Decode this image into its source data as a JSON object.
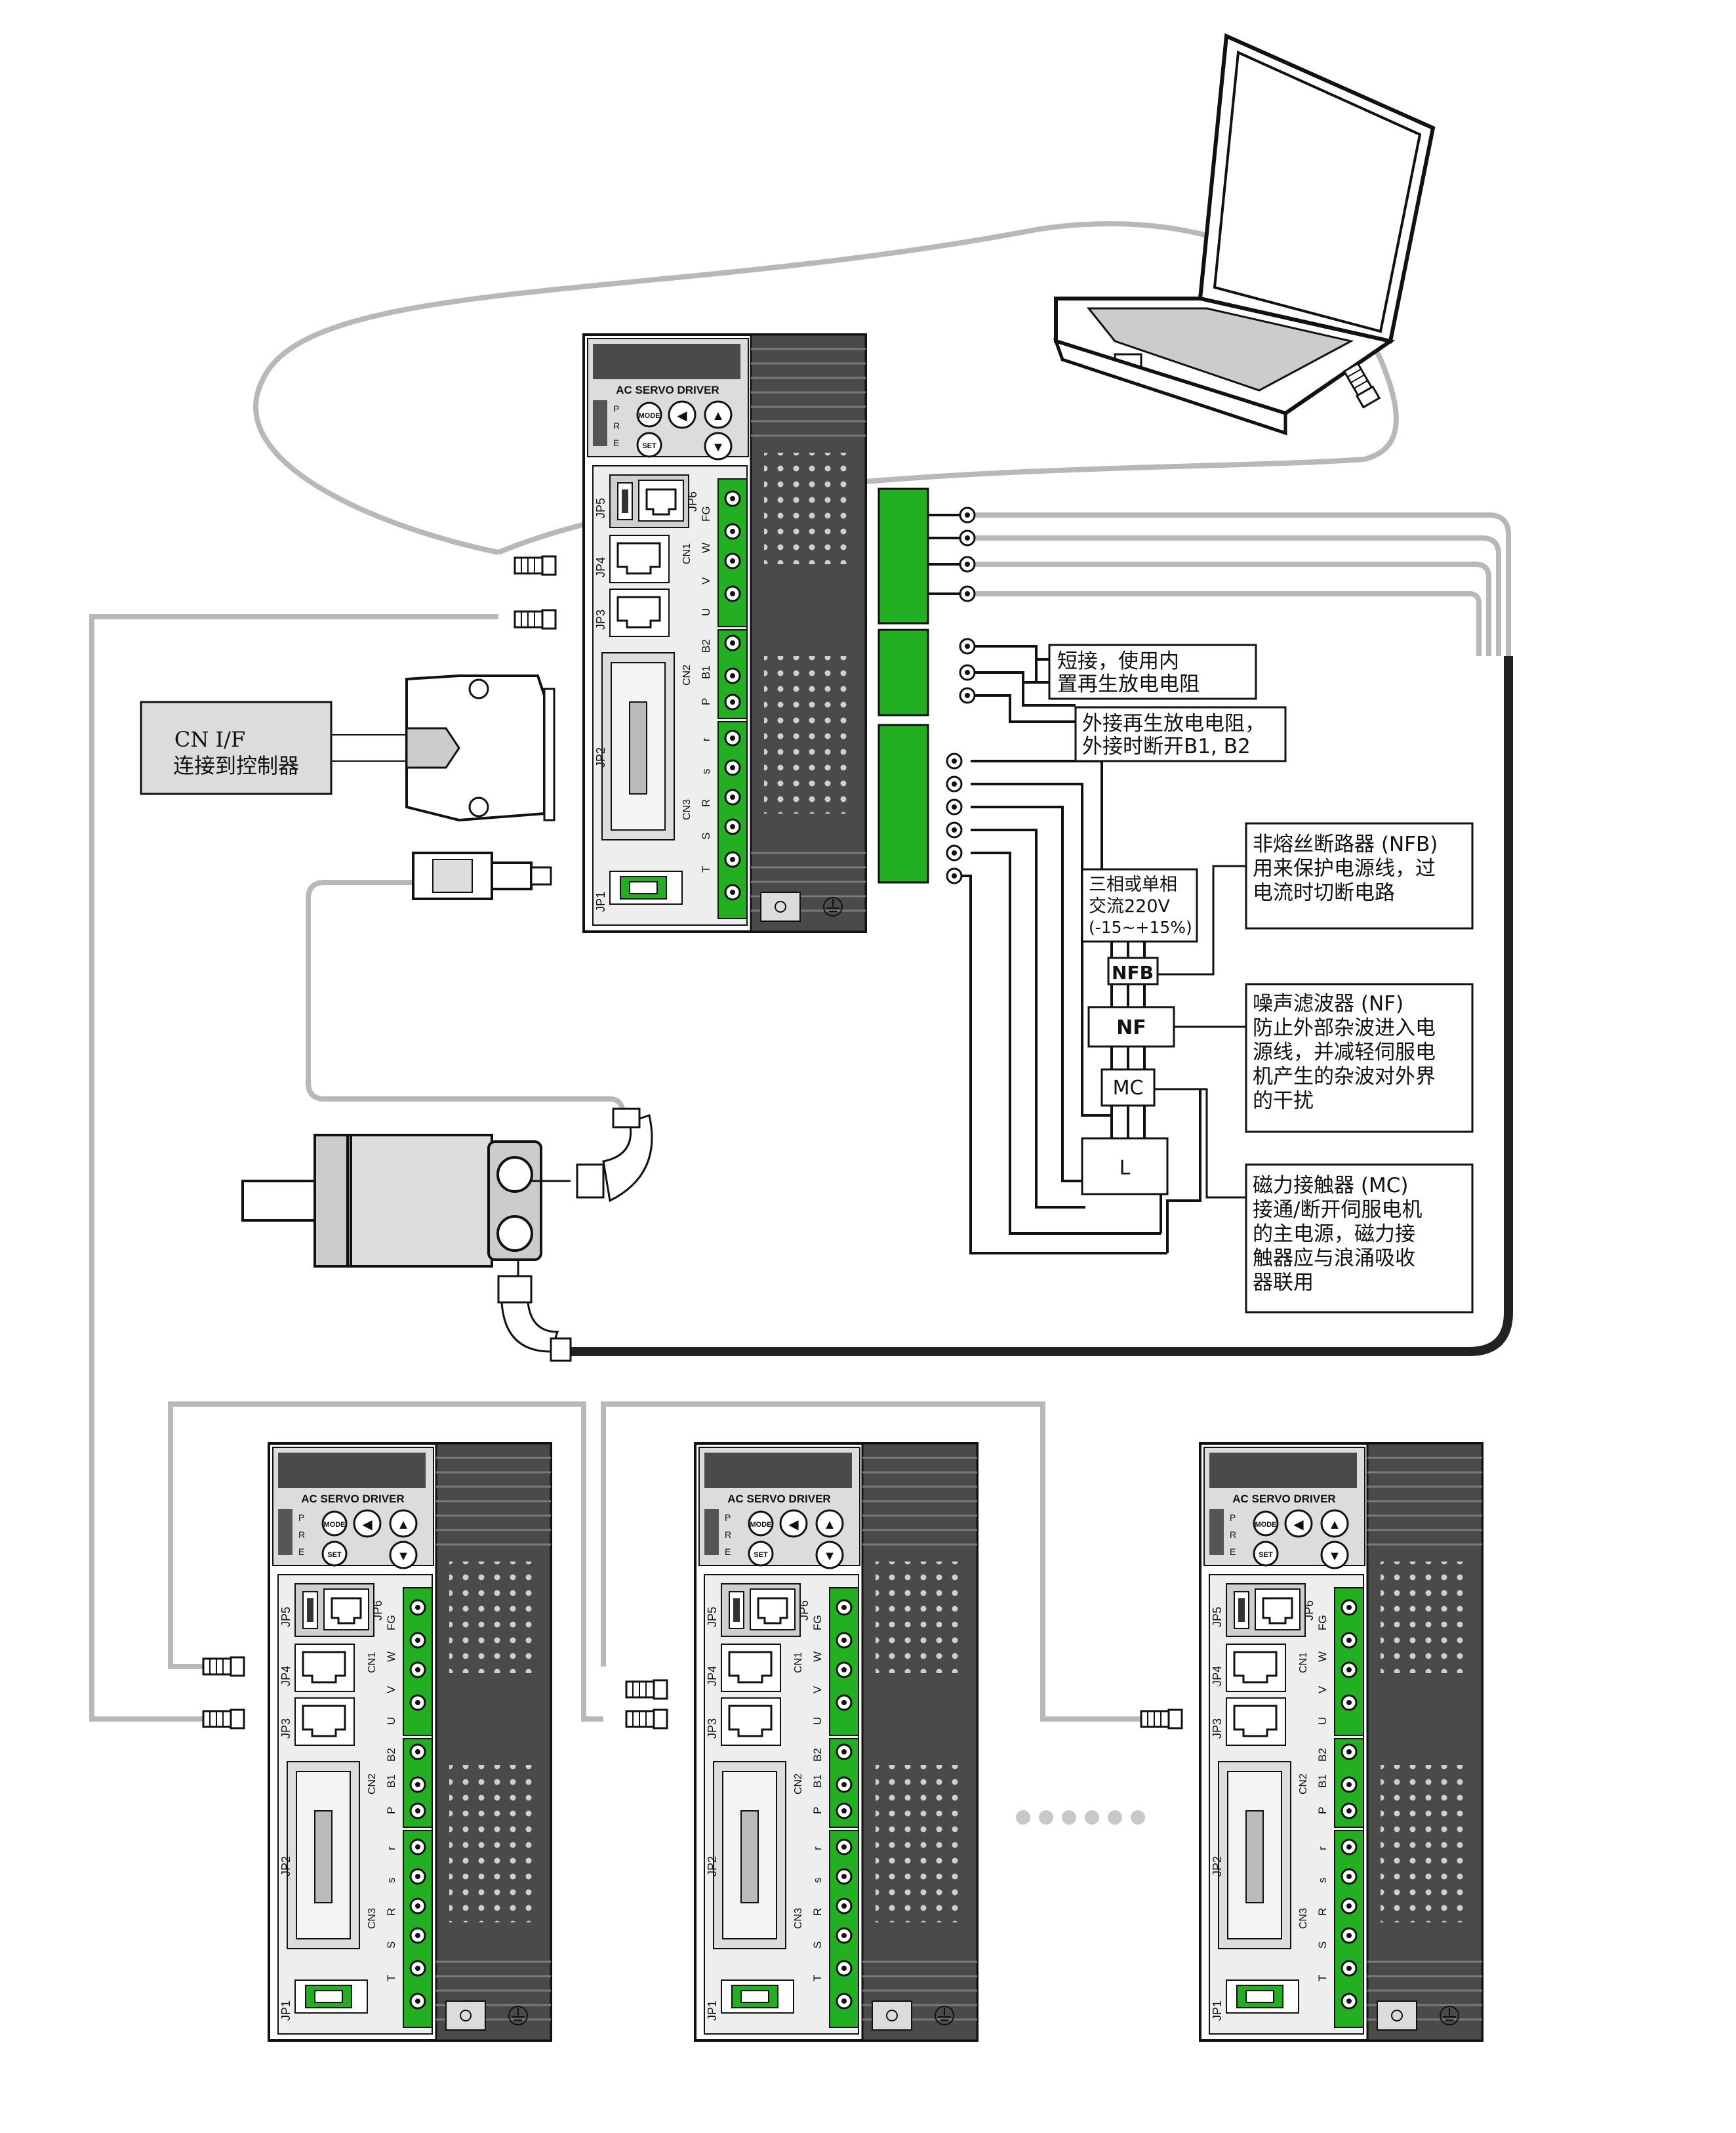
{
  "drive": {
    "brand": "AC SERVO DRIVER",
    "led_letters": [
      "P",
      "R",
      "E"
    ],
    "buttons": {
      "mode": "MODE",
      "set": "SET"
    },
    "ports": {
      "jp1": "JP1",
      "jp2": "JP2",
      "jp3": "JP3",
      "jp4": "JP4",
      "jp5": "JP5",
      "jp6": "JP6"
    },
    "cn1": {
      "name": "CN1",
      "pins": [
        "FG",
        "W",
        "V",
        "U"
      ]
    },
    "cn2": {
      "name": "CN2",
      "pins": [
        "B2",
        "B1",
        "P"
      ]
    },
    "cn3": {
      "name": "CN3",
      "pins": [
        "r",
        "s",
        "R",
        "S",
        "T"
      ]
    }
  },
  "cn_if_box": {
    "line1": "CN I/F",
    "line2": "连接到控制器"
  },
  "note_short": {
    "line1": "短接，使用内",
    "line2": "置再生放电电阻"
  },
  "note_external": {
    "line1": "外接再生放电电阻，",
    "line2": "外接时断开B1, B2"
  },
  "supply": {
    "line1": "三相或单相",
    "line2": "交流220V",
    "line3": "(-15~+15%)"
  },
  "components": {
    "nfb": "NFB",
    "nf": "NF",
    "mc": "MC",
    "l": "L"
  },
  "note_nfb": {
    "line1": "非熔丝断路器 (NFB)",
    "line2": "用来保护电源线，过",
    "line3": "电流时切断电路"
  },
  "note_nf": {
    "line1": "噪声滤波器 (NF)",
    "line2": "防止外部杂波进入电",
    "line3": "源线，并减轻伺服电",
    "line4": "机产生的杂波对外界",
    "line5": "的干扰"
  },
  "note_mc": {
    "line1": "磁力接触器 (MC)",
    "line2": "接通/断开伺服电机",
    "line3": "的主电源，磁力接",
    "line4": "触器应与浪涌吸收",
    "line5": "器联用"
  },
  "colors": {
    "terminal_green": "#22b022",
    "drive_dark": "#4a4a4a",
    "cable_gray": "#b8b8b8",
    "cable_black": "#222222"
  }
}
